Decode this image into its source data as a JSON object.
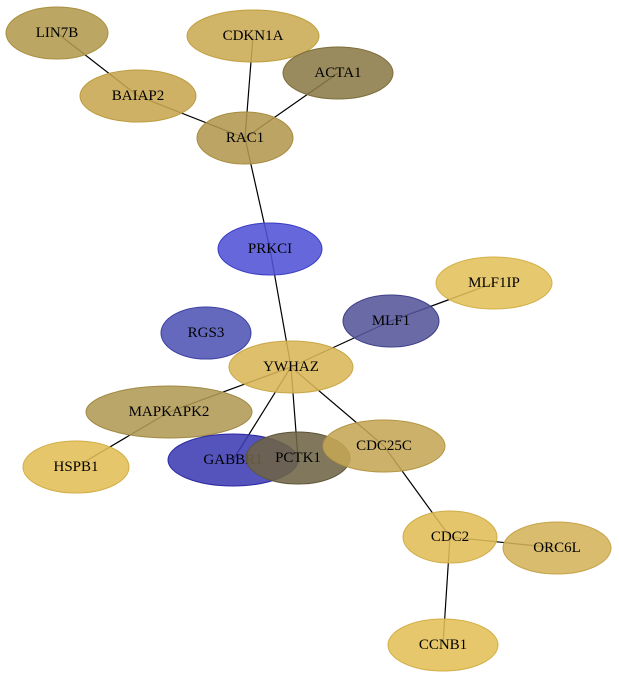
{
  "graph": {
    "nodes": [
      {
        "id": "LIN7B",
        "label": "LIN7B",
        "fill": "#b29a4f",
        "stroke": "#a8903f"
      },
      {
        "id": "CDKN1A",
        "label": "CDKN1A",
        "fill": "#c9aa52",
        "stroke": "#c0a040"
      },
      {
        "id": "ACTA1",
        "label": "ACTA1",
        "fill": "#8c7b48",
        "stroke": "#7d6d3a"
      },
      {
        "id": "BAIAP2",
        "label": "BAIAP2",
        "fill": "#c7a650",
        "stroke": "#bd9c40"
      },
      {
        "id": "RAC1",
        "label": "RAC1",
        "fill": "#b2974f",
        "stroke": "#a88c40"
      },
      {
        "id": "PRKCI",
        "label": "PRKCI",
        "fill": "#5052d6",
        "stroke": "#3a3cc4"
      },
      {
        "id": "MLF1IP",
        "label": "MLF1IP",
        "fill": "#e2c05a",
        "stroke": "#d4b048"
      },
      {
        "id": "RGS3",
        "label": "RGS3",
        "fill": "#5054b5",
        "stroke": "#3c40a2"
      },
      {
        "id": "MLF1",
        "label": "MLF1",
        "fill": "#55559a",
        "stroke": "#3f3f88"
      },
      {
        "id": "YWHAZ",
        "label": "YWHAZ",
        "fill": "#d9b658",
        "stroke": "#c9a646"
      },
      {
        "id": "MAPKAPK2",
        "label": "MAPKAPK2",
        "fill": "#b29a55",
        "stroke": "#a08a45"
      },
      {
        "id": "HSPB1",
        "label": "HSPB1",
        "fill": "#e2be56",
        "stroke": "#d2ae46"
      },
      {
        "id": "GABBR1",
        "label": "GABBR1",
        "fill": "#3e3cb3",
        "stroke": "#2a28a0"
      },
      {
        "id": "PCTK1",
        "label": "PCTK1",
        "fill": "#6e6447",
        "stroke": "#5e5438"
      },
      {
        "id": "CDC25C",
        "label": "CDC25C",
        "fill": "#c4a654",
        "stroke": "#b49644"
      },
      {
        "id": "CDC2",
        "label": "CDC2",
        "fill": "#e0bd58",
        "stroke": "#d0ad48"
      },
      {
        "id": "ORC6L",
        "label": "ORC6L",
        "fill": "#d4b35a",
        "stroke": "#c4a34a"
      },
      {
        "id": "CCNB1",
        "label": "CCNB1",
        "fill": "#e2bf56",
        "stroke": "#d2af46"
      }
    ],
    "edges": [
      {
        "source": "LIN7B",
        "target": "BAIAP2"
      },
      {
        "source": "BAIAP2",
        "target": "RAC1"
      },
      {
        "source": "CDKN1A",
        "target": "RAC1"
      },
      {
        "source": "ACTA1",
        "target": "RAC1"
      },
      {
        "source": "RAC1",
        "target": "PRKCI"
      },
      {
        "source": "PRKCI",
        "target": "YWHAZ"
      },
      {
        "source": "MLF1IP",
        "target": "MLF1"
      },
      {
        "source": "MLF1",
        "target": "YWHAZ"
      },
      {
        "source": "YWHAZ",
        "target": "MAPKAPK2"
      },
      {
        "source": "YWHAZ",
        "target": "GABBR1"
      },
      {
        "source": "YWHAZ",
        "target": "PCTK1"
      },
      {
        "source": "YWHAZ",
        "target": "CDC25C"
      },
      {
        "source": "MAPKAPK2",
        "target": "HSPB1"
      },
      {
        "source": "CDC25C",
        "target": "CDC2"
      },
      {
        "source": "CDC2",
        "target": "ORC6L"
      },
      {
        "source": "CDC2",
        "target": "CCNB1"
      }
    ]
  }
}
